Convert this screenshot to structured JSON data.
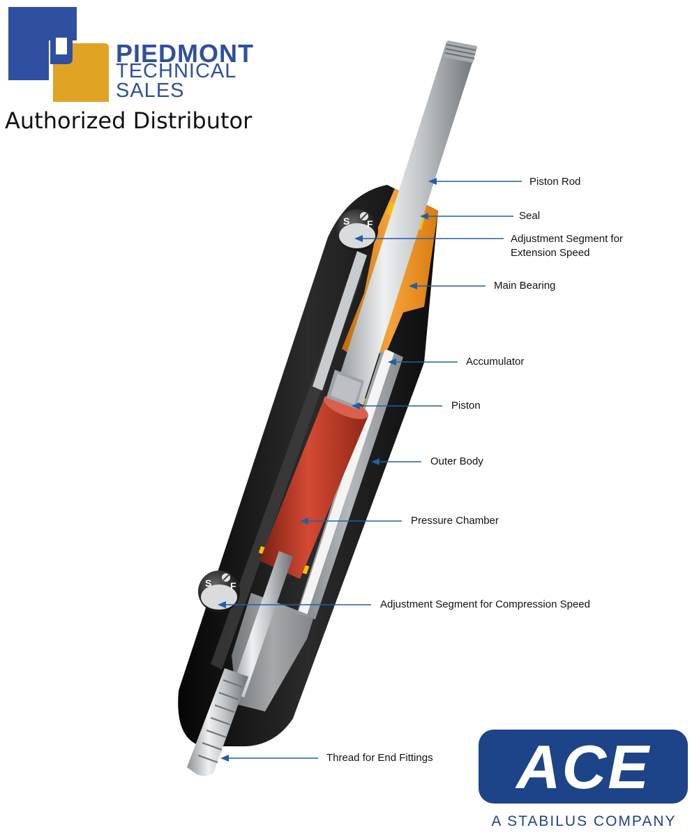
{
  "branding": {
    "logo_letter_color": "#2f4fa0",
    "logo_accent_color": "#e0a324",
    "brand_lines": [
      "PIEDMONT",
      "TECHNICAL",
      "SALES"
    ],
    "tagline": "Authorized Distributor"
  },
  "ace": {
    "wordmark": "ACE",
    "subtitle": "A STABILUS COMPANY",
    "color": "#1d4389"
  },
  "callouts": [
    {
      "lines": [
        "Piston Rod"
      ]
    },
    {
      "lines": [
        "Seal"
      ]
    },
    {
      "lines": [
        "Adjustment Segment for",
        "Extension Speed"
      ]
    },
    {
      "lines": [
        "Main Bearing"
      ]
    },
    {
      "lines": [
        "Accumulator"
      ]
    },
    {
      "lines": [
        "Piston"
      ]
    },
    {
      "lines": [
        "Outer Body"
      ]
    },
    {
      "lines": [
        "Pressure Chamber"
      ]
    },
    {
      "lines": [
        "Adjustment Segment for Compression Speed"
      ]
    },
    {
      "lines": [
        "Thread for End Fittings"
      ]
    }
  ],
  "knobs": {
    "slow_label": "S",
    "fast_label": "F"
  },
  "colors": {
    "leader_line": "#1f5fa8",
    "bearing_orange": "#f0961e",
    "chamber_red": "#c23a26",
    "seal_yellow": "#f2c200",
    "body_black": "#141414",
    "steel": "#bfc4c8"
  }
}
